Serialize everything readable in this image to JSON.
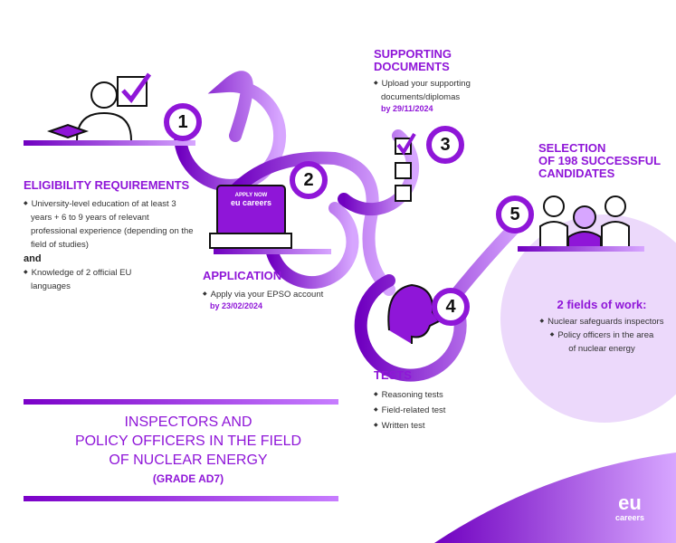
{
  "steps": [
    {
      "number": "1",
      "title": "ELIGIBILITY REQUIREMENTS",
      "items": [
        "University-level education of at least 3 years + 6 to 9 years of relevant professional experience (depending on the field of studies)",
        "Knowledge of 2 official EU languages"
      ],
      "connector": "and"
    },
    {
      "number": "2",
      "title": "APPLICATION",
      "items": [
        "Apply via your EPSO account"
      ],
      "date": "by 23/02/2024",
      "screen_label": "APPLY NOW",
      "screen_logo": "eu careers"
    },
    {
      "number": "3",
      "title_line1": "SUPPORTING",
      "title_line2": "DOCUMENTS",
      "items": [
        "Upload your supporting documents/diplomas"
      ],
      "date": "by 29/11/2024"
    },
    {
      "number": "4",
      "title": "TESTS",
      "items": [
        "Reasoning tests",
        "Field-related test",
        "Written test"
      ]
    },
    {
      "number": "5",
      "title_line1": "SELECTION",
      "title_line2": "OF 198 SUCCESSFUL",
      "title_line3": "CANDIDATES"
    }
  ],
  "fields": {
    "title": "2 fields of work:",
    "items": [
      "Nuclear safeguards inspectors",
      "Policy officers in the area",
      "of nuclear energy"
    ]
  },
  "main_title": {
    "line1": "INSPECTORS AND",
    "line2": "POLICY OFFICERS IN THE FIELD",
    "line3": "OF NUCLEAR ENERGY",
    "grade": "(GRADE AD7)"
  },
  "logo": {
    "eu": "eu",
    "careers": "careers"
  },
  "colors": {
    "accent": "#8f16d8",
    "light": "#ecd9fb"
  }
}
